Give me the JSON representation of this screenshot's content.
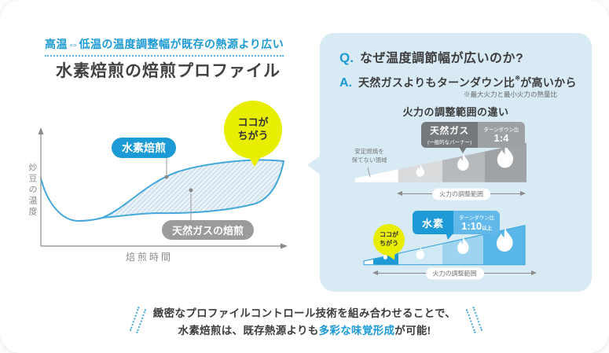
{
  "header": {
    "tagline": "高温⇔低温の温度調整幅が既存の熱源より広い",
    "title": "水素焙煎の焙煎プロファイル"
  },
  "chart_data": {
    "type": "area",
    "title": "水素焙煎の焙煎プロファイル",
    "xlabel": "焙煎時間",
    "ylabel": "炒豆の温度",
    "axis_numeric_ticks": false,
    "grid": false,
    "fill_between_series": true,
    "hatch_between_series": true,
    "x": [
      0,
      1,
      2,
      3,
      4,
      5,
      6,
      7,
      8,
      9,
      10
    ],
    "series": [
      {
        "name": "水素焙煎",
        "values": [
          57,
          25,
          21,
          27,
          43,
          57,
          65,
          70,
          73,
          74,
          72
        ]
      },
      {
        "name": "天然ガスの焙煎",
        "values": [
          57,
          25,
          21,
          27,
          27,
          28,
          30,
          32,
          35,
          44,
          71
        ]
      }
    ],
    "callout": {
      "line1": "ココが",
      "line2": "ちがう"
    }
  },
  "qa_panel": {
    "q_prefix": "Q.",
    "question": "なぜ温度調節幅が広いのか?",
    "a_prefix": "A.",
    "answer_main": "天然ガスよりもターンダウン比",
    "answer_ref_mark": "※",
    "answer_tail": "が高いから",
    "answer_note": "※最大火力と最小火力の熱量比",
    "subheading": "火力の調整範囲の違い",
    "gas_diagram": {
      "label": "天然ガス",
      "label_sub": "(一般的なバーナー)",
      "turndown_label": "ターンダウン比",
      "turndown_value": "1:4",
      "unstable_note_line1": "安定燃焼を",
      "unstable_note_line2": "保てない領域",
      "range_label": "火力の調整範囲"
    },
    "hydrogen_diagram": {
      "label": "水素",
      "turndown_label": "ターンダウン比",
      "turndown_value": "1:10",
      "turndown_unit": "以上",
      "callout_line1": "ココが",
      "callout_line2": "ちがう",
      "range_label": "火力の調整範囲"
    }
  },
  "footer": {
    "line1": "緻密なプロファイルコントロール技術を組み合わせることで、",
    "line2_prefix": "水素焙煎は、既存熱源よりも",
    "line2_highlight": "多彩な味覚形成",
    "line2_suffix": "が可能!"
  },
  "colors": {
    "accent_blue": "#1b9ad6",
    "curve_blue": "#44a8db",
    "band_fill": "#e9f2f9",
    "panel_bg": "#d8eaf4",
    "highlight_yellow": "#e8ee00",
    "gray_label": "#9b9b9b",
    "text_dark": "#3d3d3d"
  }
}
